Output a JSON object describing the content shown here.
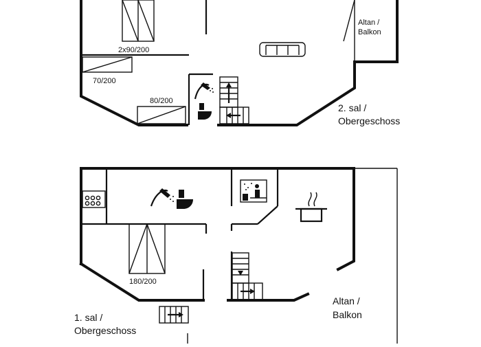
{
  "upper_floor": {
    "label_line1": "2. sal /",
    "label_line2": "Obergeschoss",
    "balcony_line1": "Altan /",
    "balcony_line2": "Balkon",
    "bed_double": "2x90/200",
    "bed_single_a": "70/200",
    "bed_single_b": "80/200"
  },
  "lower_floor": {
    "label_line1": "1. sal /",
    "label_line2": "Obergeschoss",
    "balcony_line1": "Altan /",
    "balcony_line2": "Balkon",
    "bed_double": "180/200"
  }
}
